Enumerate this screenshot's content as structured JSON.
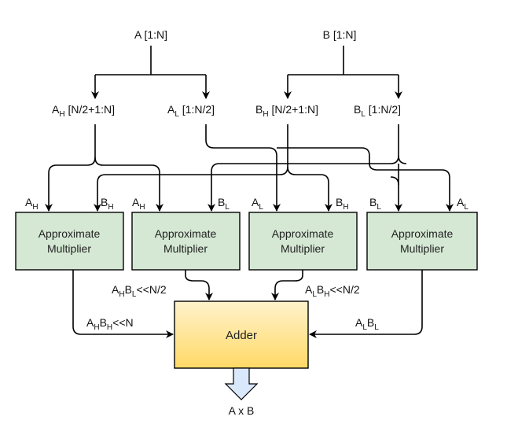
{
  "inputs": {
    "a": "A [1:N]",
    "b": "B [1:N]"
  },
  "splits": {
    "ah": {
      "main": "A",
      "sub": "H",
      "rest": " [N/2+1:N]"
    },
    "al": {
      "main": "A",
      "sub": "L",
      "rest": " [1:N/2]"
    },
    "bh": {
      "main": "B",
      "sub": "H",
      "rest": " [N/2+1:N]"
    },
    "bl": {
      "main": "B",
      "sub": "L",
      "rest": " [1:N/2]"
    }
  },
  "port_labels": [
    {
      "main": "A",
      "sub": "H"
    },
    {
      "main": "B",
      "sub": "H"
    },
    {
      "main": "A",
      "sub": "H"
    },
    {
      "main": "B",
      "sub": "L"
    },
    {
      "main": "A",
      "sub": "L"
    },
    {
      "main": "B",
      "sub": "H"
    },
    {
      "main": "B",
      "sub": "L"
    },
    {
      "main": "A",
      "sub": "L"
    }
  ],
  "multipliers": [
    {
      "line1": "Approximate",
      "line2": "Multiplier"
    },
    {
      "line1": "Approximate",
      "line2": "Multiplier"
    },
    {
      "line1": "Approximate",
      "line2": "Multiplier"
    },
    {
      "line1": "Approximate",
      "line2": "Multiplier"
    }
  ],
  "products": {
    "hh": {
      "a": "A",
      "as": "H",
      "b": "B",
      "bs": "H",
      "shift": "<<N"
    },
    "hl": {
      "a": "A",
      "as": "H",
      "b": "B",
      "bs": "L",
      "shift": "<<N/2"
    },
    "lh": {
      "a": "A",
      "as": "L",
      "b": "B",
      "bs": "H",
      "shift": "<<N/2"
    },
    "ll": {
      "a": "A",
      "as": "L",
      "b": "B",
      "bs": "L",
      "shift": ""
    }
  },
  "adder": "Adder",
  "output": "A x B",
  "colors": {
    "multiplier_fill": "#d5e8d4",
    "adder_top": "#fff2cc",
    "adder_bottom": "#ffd966",
    "output_arrow": "#dae8fc"
  }
}
